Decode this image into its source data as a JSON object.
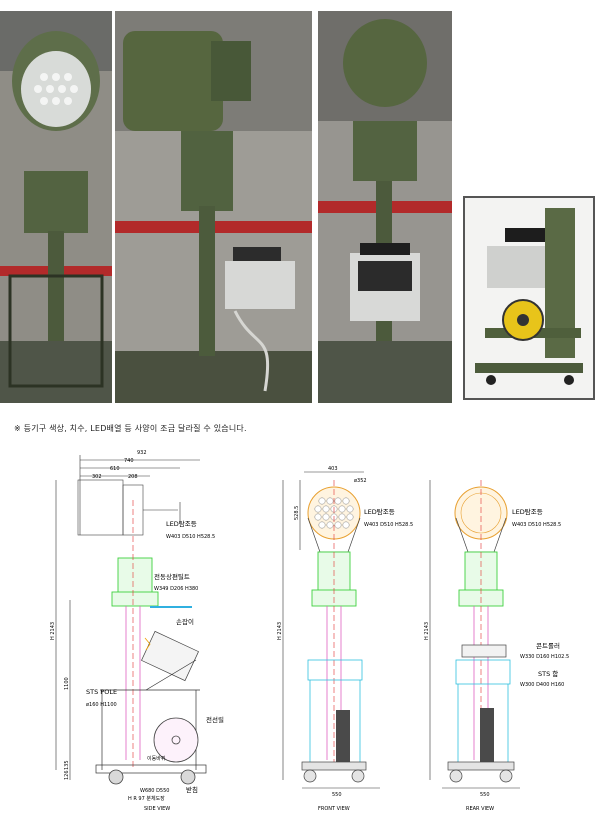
{
  "note": "※ 등기구 색상, 치수, LED배열 등 사양이 조금 달라질 수 있습니다.",
  "side_view": {
    "dims_top": [
      "932",
      "740",
      "610",
      "302",
      "208"
    ],
    "height_total": "H 2143",
    "height_pole": "1100",
    "height_base_1": "135",
    "height_base_2": "126",
    "led_label": "LED탐조등",
    "led_spec": "W403 D510 H528.5",
    "tilt_label": "전동상편틸트",
    "tilt_spec": "W349 D206 H380",
    "handle_label": "손잡이",
    "pole_label": "STS POLE",
    "pole_spec": "ø160 H1100",
    "reel_label": "전선릴",
    "wheel_label": "이동바퀴",
    "base_label": "받침",
    "base_spec": "W680 D550",
    "base_spec2": "H R 97 분체도장",
    "caption": "SIDE VIEW"
  },
  "front_view": {
    "dim_width_top": "403",
    "dim_height_head": "528.5",
    "dim_small": "ø352",
    "height_total": "H 2143",
    "led_label": "LED탐조등",
    "led_spec": "W403 D510 H528.5",
    "base_width": "550",
    "caption": "FRONT VIEW"
  },
  "rear_view": {
    "height_total": "H 2143",
    "led_label": "LED탐조등",
    "led_spec": "W403 D510 H528.5",
    "controller_label": "콘트롤러",
    "controller_spec": "W330 D160 H102.5",
    "box_label": "STS 함",
    "box_spec": "W300 D400 H160",
    "base_width": "550",
    "caption": "REAR VIEW"
  }
}
